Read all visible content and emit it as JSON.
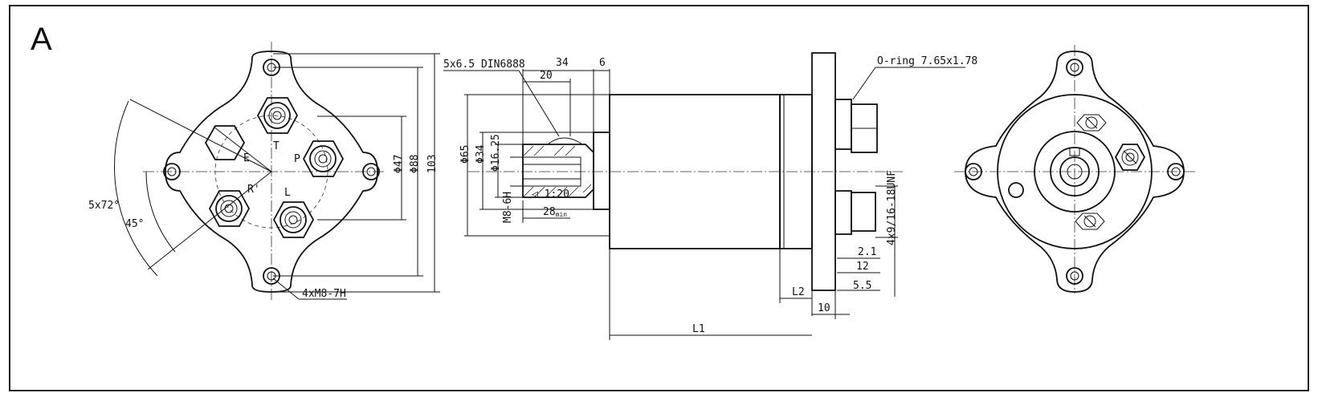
{
  "panel_label": "A",
  "colors": {
    "line": "#111111",
    "background": "#ffffff",
    "border": "#222222"
  },
  "front_view": {
    "angle_pattern": "5x72°",
    "angle_offset": "45°",
    "port_labels": {
      "T": "T",
      "P": "P",
      "E": "E",
      "R": "R'",
      "L": "L"
    },
    "dia_47": "Φ47",
    "dia_88": "Φ88",
    "dim_103": "103",
    "mount_holes": "4xM8-7H"
  },
  "side_view": {
    "key": "5x6.5 DIN6888",
    "dim_34": "34",
    "dim_6": "6",
    "dim_20": "20",
    "dia_65": "Φ65",
    "dia_34": "Φ34",
    "dia_16_25": "Φ16.25",
    "thread": "M8-6H",
    "taper": "◁ 1:20",
    "dim_28min": "28",
    "dim_28min_sub": "min",
    "oring": "O-ring 7.65x1.78",
    "dim_2_1": "2.1",
    "dim_12": "12",
    "dim_5_5": "5.5",
    "port_thread": "4x9/16-18UNF",
    "L2": "L2",
    "dim_10": "10",
    "L1": "L1"
  }
}
